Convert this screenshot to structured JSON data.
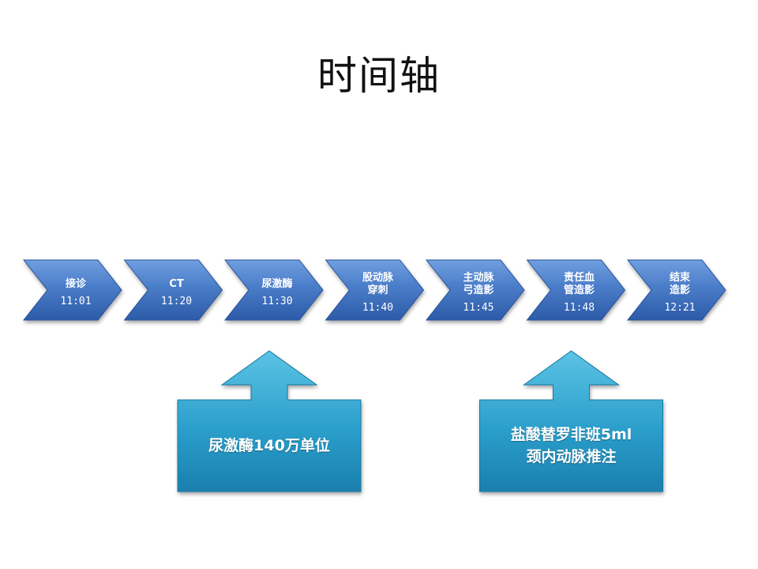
{
  "slide": {
    "title": "时间轴"
  },
  "timeline": {
    "steps": [
      {
        "label_lines": [
          "接诊"
        ],
        "time": "11:01"
      },
      {
        "label_lines": [
          "CT"
        ],
        "time": "11:20"
      },
      {
        "label_lines": [
          "尿激酶"
        ],
        "time": "11:30"
      },
      {
        "label_lines": [
          "股动脉",
          "穿刺"
        ],
        "time": "11:40"
      },
      {
        "label_lines": [
          "主动脉",
          "弓造影"
        ],
        "time": "11:45"
      },
      {
        "label_lines": [
          "责任血",
          "管造影"
        ],
        "time": "11:48"
      },
      {
        "label_lines": [
          "结束",
          "造影"
        ],
        "time": "12:21"
      }
    ]
  },
  "callouts": [
    {
      "points_to_step": 2,
      "lines": [
        "尿激酶140万单位"
      ]
    },
    {
      "points_to_step": 5,
      "lines": [
        "盐酸替罗非班5ml",
        "颈内动脉推注"
      ]
    }
  ],
  "colors": {
    "chevron_top": "#5d8fd6",
    "chevron_bottom": "#2f5fae",
    "chevron_stroke": "#2a5298",
    "callout_top": "#46b7dc",
    "callout_bottom": "#1b86b3",
    "callout_stroke": "#157aa3"
  }
}
